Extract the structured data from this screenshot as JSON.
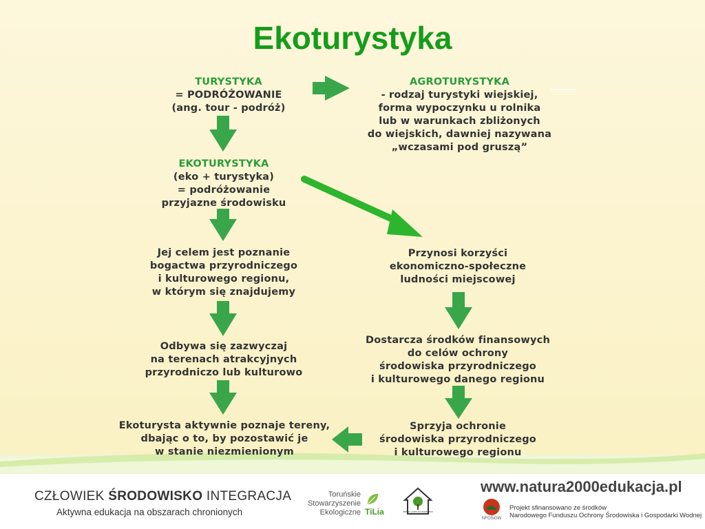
{
  "title": "Ekoturystyka",
  "nodes": {
    "turystyka": {
      "head": "TURYSTYKA",
      "line1_prefix": "= ",
      "line1_bold": "PODRÓŻOWANIE",
      "line2": "(ang. tour - podróż)"
    },
    "agroturystyka": {
      "head": "AGROTURYSTYKA",
      "lines": [
        "- rodzaj turystyki wiejskiej,",
        "forma wypoczynku u rolnika",
        "lub w warunkach zbliżonych",
        "do wiejskich, dawniej nazywana",
        "„wczasami pod gruszą”"
      ]
    },
    "ekoturystyka": {
      "head": "EKOTURYSTYKA",
      "lines": [
        "(eko + turystyka)",
        "= podróżowanie",
        "przyjazne środowisku"
      ]
    },
    "cel": {
      "lines": [
        "Jej celem jest poznanie",
        "bogactwa przyrodniczego",
        "i kulturowego regionu,",
        "w którym się znajdujemy"
      ]
    },
    "korzysci": {
      "lines": [
        "Przynosi korzyści",
        "ekonomiczno-społeczne",
        "ludności miejscowej"
      ]
    },
    "tereny": {
      "lines": [
        "Odbywa się zazwyczaj",
        "na terenach atrakcyjnych",
        "przyrodniczo lub kulturowo"
      ]
    },
    "srodki": {
      "lines": [
        "Dostarcza środków finansowych",
        "do celów ochrony",
        "środowiska przyrodniczego",
        "i kulturowego danego regionu"
      ]
    },
    "aktywnie": {
      "lines": [
        "Ekoturysta aktywnie poznaje tereny,",
        "dbając o to, by pozostawić je",
        "w stanie niezmienionym"
      ]
    },
    "ochrona": {
      "lines": [
        "Sprzyja ochronie",
        "środowiska przyrodniczego",
        "i kulturowego regionu"
      ]
    }
  },
  "colors": {
    "title": "#169c1c",
    "head": "#2b9c3a",
    "arrow": "#3aa64a",
    "diag_arrow": "#2db52d"
  },
  "footer": {
    "brand_part1": "CZŁOWIEK ",
    "brand_bold": "ŚRODOWISKO",
    "brand_part2": " INTEGRACJA",
    "tagline": "Aktywna edukacja na obszarach chronionych",
    "tts_lines": [
      "Toruńskie",
      "Stowarzyszenie",
      "Ekologiczne"
    ],
    "tilia": "TiLia",
    "house_label": "ZIEMIA LASEK NA BARBARCE",
    "url": "www.natura2000edukacja.pl",
    "project_lines": [
      "Projekt sfinansowano ze środków",
      "Narodowego Funduszu Ochrony Środowiska i Gospodarki Wodnej"
    ],
    "nf_label": "NFOŚiGW"
  }
}
